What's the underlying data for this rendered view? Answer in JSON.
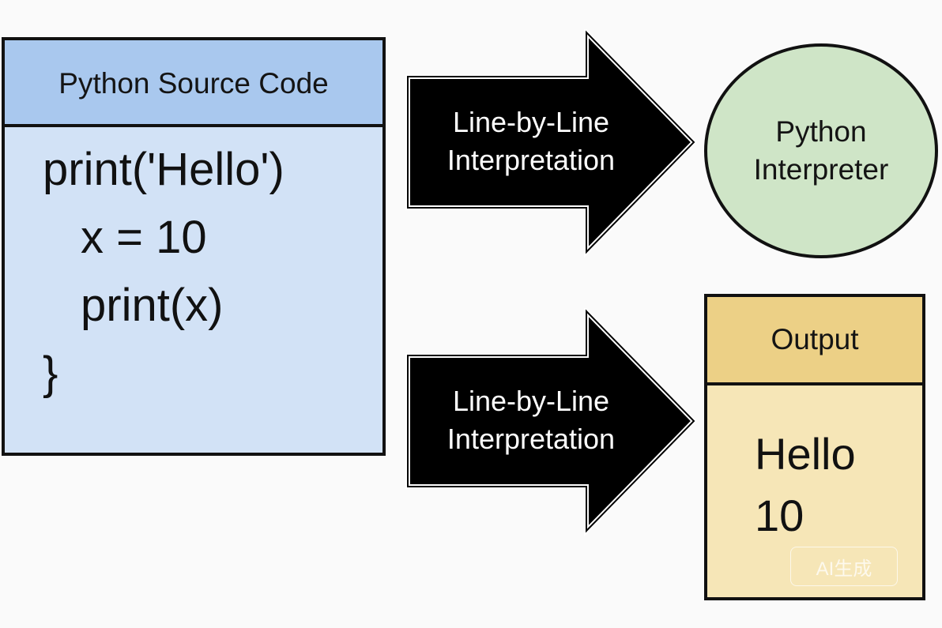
{
  "source": {
    "title": "Python Source Code",
    "code_lines": [
      "print('Hello')",
      "x = 10",
      "print(x)",
      "}"
    ]
  },
  "arrows": [
    {
      "line1": "Line-by-Line",
      "line2": "Interpretation"
    },
    {
      "line1": "Line-by-Line",
      "line2": "Interpretation"
    }
  ],
  "interpreter": {
    "line1": "Python",
    "line2": "Interpreter"
  },
  "output": {
    "title": "Output",
    "lines": [
      "Hello",
      "10"
    ]
  },
  "watermark": "AI生成",
  "colors": {
    "source_header": "#a9c8ee",
    "source_body": "#d2e2f6",
    "arrow_fill": "#000000",
    "interpreter_fill": "#cfe5c7",
    "output_header": "#ecd086",
    "output_body": "#f6e6b7"
  }
}
